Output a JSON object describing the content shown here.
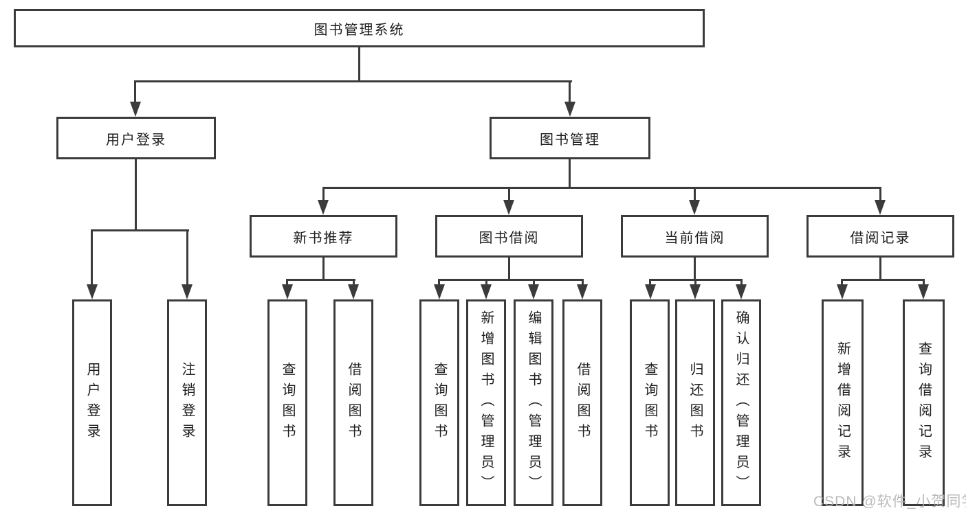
{
  "page": {
    "background": "#ffffff"
  },
  "colors": {
    "line": "#3b3b3b",
    "text": "#1d1d1d",
    "watermark": "#b3b3b3"
  },
  "watermark": {
    "text": "CSDN @软件_小贺同学"
  },
  "tree": {
    "label": "图书管理系统",
    "children": [
      {
        "label": "用户登录",
        "children": [
          {
            "label": "用户登录"
          },
          {
            "label": "注销登录"
          }
        ]
      },
      {
        "label": "图书管理",
        "children": [
          {
            "label": "新书推荐",
            "children": [
              {
                "label": "查询图书"
              },
              {
                "label": "借阅图书"
              }
            ]
          },
          {
            "label": "图书借阅",
            "children": [
              {
                "label": "查询图书"
              },
              {
                "label": "新增图书（管理员）"
              },
              {
                "label": "编辑图书（管理员）"
              },
              {
                "label": "借阅图书"
              }
            ]
          },
          {
            "label": "当前借阅",
            "children": [
              {
                "label": "查询图书"
              },
              {
                "label": "归还图书"
              },
              {
                "label": "确认归还（管理员）"
              }
            ]
          },
          {
            "label": "借阅记录",
            "children": [
              {
                "label": "新增借阅记录"
              },
              {
                "label": "查询借阅记录"
              }
            ]
          }
        ]
      }
    ]
  }
}
